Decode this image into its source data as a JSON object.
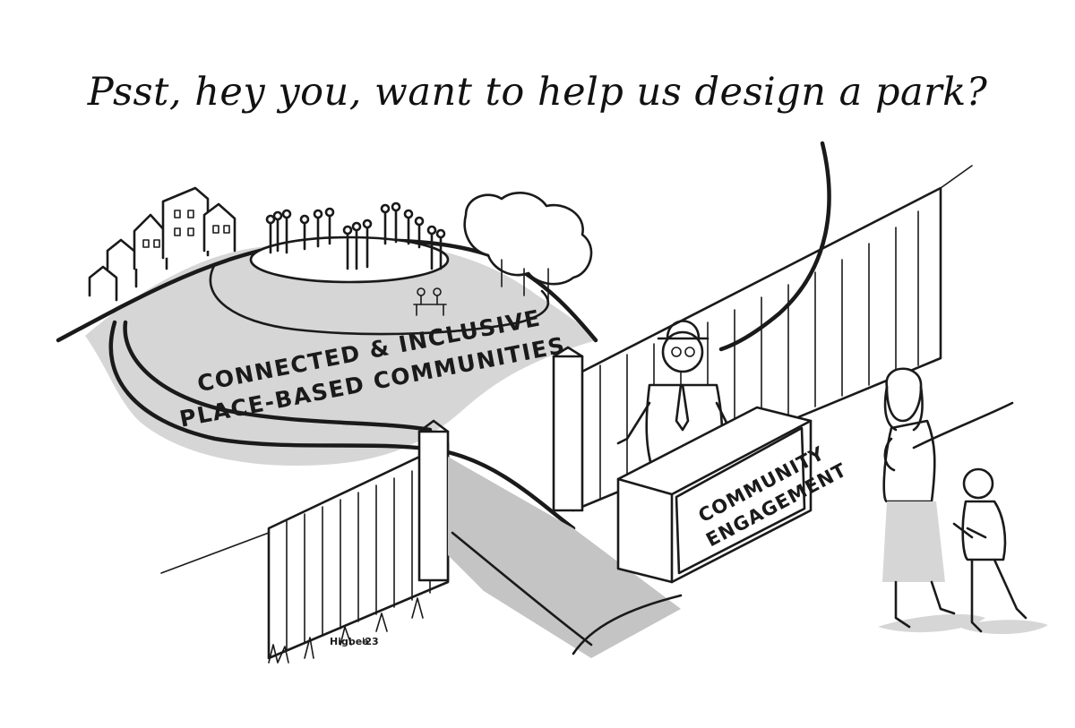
{
  "caption": "Psst, hey you, want to help us design a park?",
  "hill_label": {
    "line1": "CONNECTED & INCLUSIVE",
    "line2": "PLACE-BASED COMMUNITIES"
  },
  "booth_sign": {
    "line1": "COMMUNITY",
    "line2": "ENGAGEMENT"
  },
  "signature": {
    "name": "Higbee",
    "year": "'23"
  }
}
